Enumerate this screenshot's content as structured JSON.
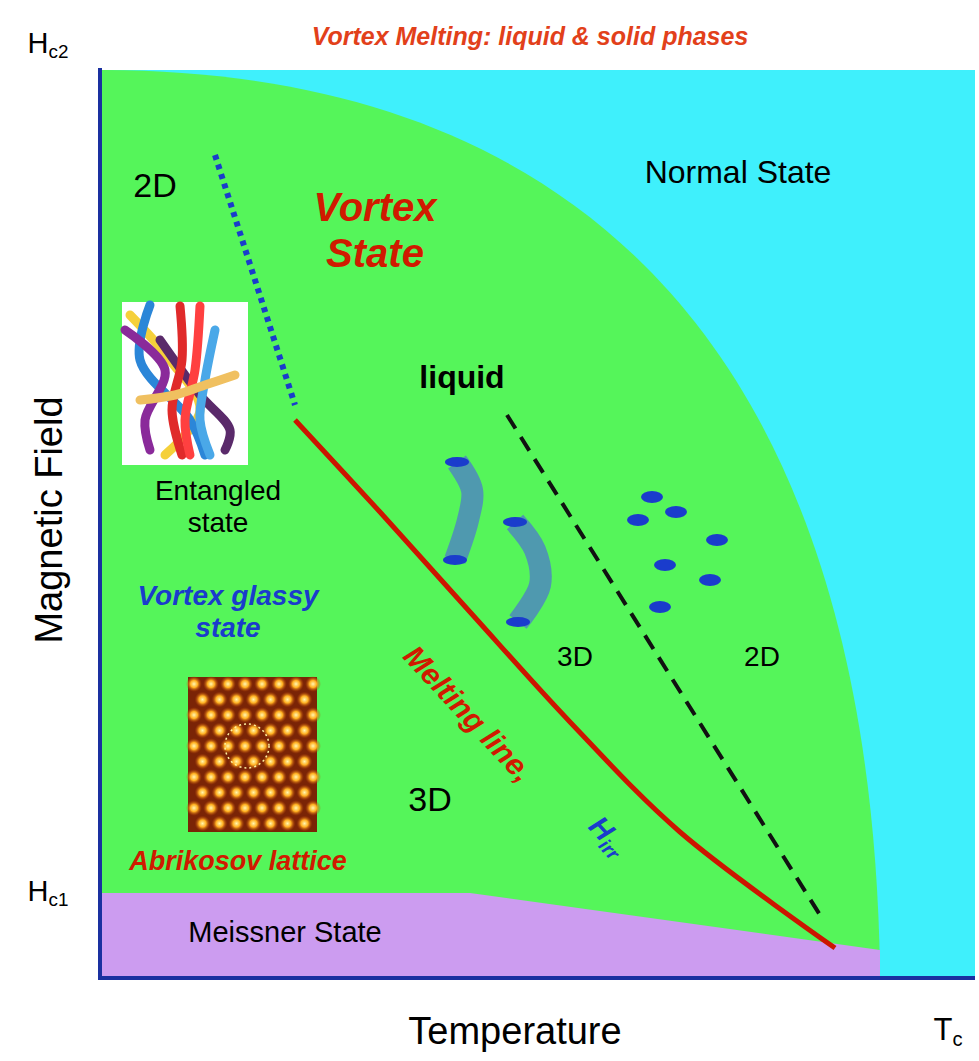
{
  "diagram": {
    "title": "Vortex Melting: liquid & solid phases",
    "nodes": [
      {
        "text": [
          "Normal State"
        ]
      },
      {
        "text": [
          "Vortex State"
        ],
        "in": 0
      },
      {
        "text": [
          "Meissner State"
        ],
        "in": 0
      }
    ],
    "labels": [
      "Hc2",
      "Hc1",
      "Tc",
      "Magnetic Field",
      "Temperature",
      "2D",
      "liquid",
      "Entangled state",
      "Vortex glassy state",
      "3D",
      "2D",
      "Melting line,",
      "Hirr",
      "3D",
      "Abrikosov lattice"
    ]
  }
}
